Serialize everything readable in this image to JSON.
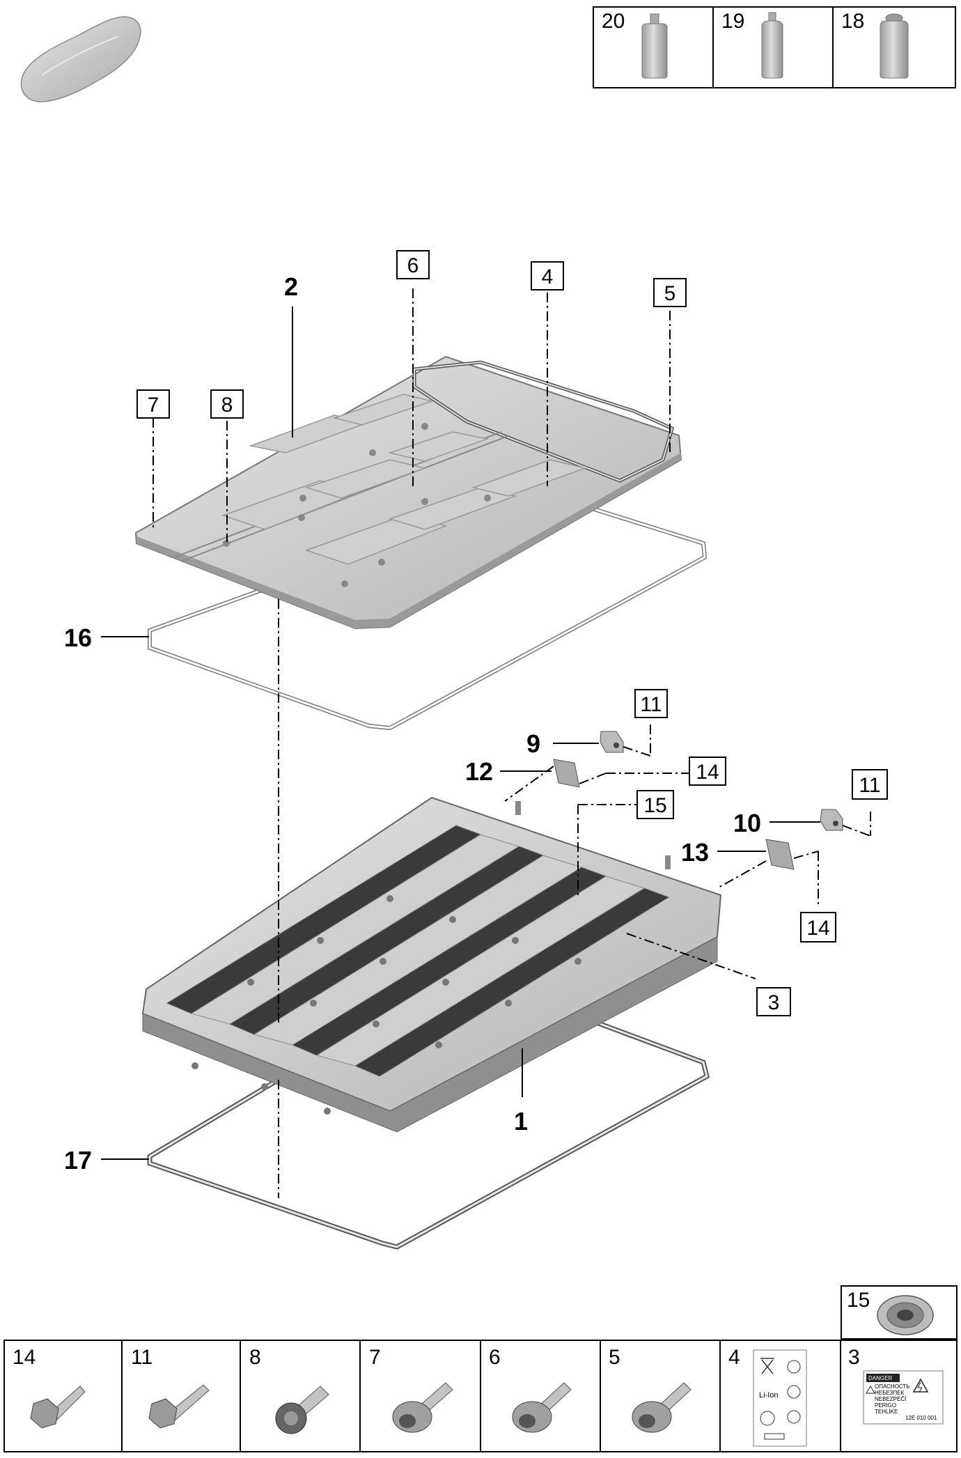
{
  "fluids": [
    {
      "num": "20",
      "icon": "bottle-icon"
    },
    {
      "num": "19",
      "icon": "bottle-icon"
    },
    {
      "num": "18",
      "icon": "bottle-icon"
    }
  ],
  "callouts": {
    "c1": "1",
    "c2": "2",
    "c3": "3",
    "c4": "4",
    "c5": "5",
    "c6": "6",
    "c7": "7",
    "c8": "8",
    "c9": "9",
    "c10": "10",
    "c11a": "11",
    "c11b": "11",
    "c12": "12",
    "c13": "13",
    "c14a": "14",
    "c14b": "14",
    "c15": "15",
    "c16": "16",
    "c17": "17"
  },
  "parts_row": [
    {
      "num": "14",
      "icon": "bolt-icon"
    },
    {
      "num": "11",
      "icon": "bolt-icon"
    },
    {
      "num": "8",
      "icon": "ribbed-bolt-icon"
    },
    {
      "num": "7",
      "icon": "flange-screw-icon"
    },
    {
      "num": "6",
      "icon": "flange-screw-icon"
    },
    {
      "num": "5",
      "icon": "flange-screw-icon"
    },
    {
      "num": "4",
      "icon": "li-ion-label-icon"
    },
    {
      "num": "3",
      "icon": "danger-label-icon"
    }
  ],
  "part15": {
    "num": "15",
    "icon": "rivet-nut-icon"
  },
  "label4": {
    "text": "Li-Ion"
  },
  "label3": {
    "line1": "DANGER",
    "line2": "ОПАСНОСТЬ",
    "line3": "НЕБЕЗПЕК",
    "line4": "NEBEZPEČÍ",
    "line5": "PERIGO",
    "line6": "TEHLİKE",
    "code": "12E 010 001"
  },
  "colors": {
    "part_fill": "#c8c8c8",
    "part_shade": "#9a9a9a",
    "line": "#000000"
  }
}
